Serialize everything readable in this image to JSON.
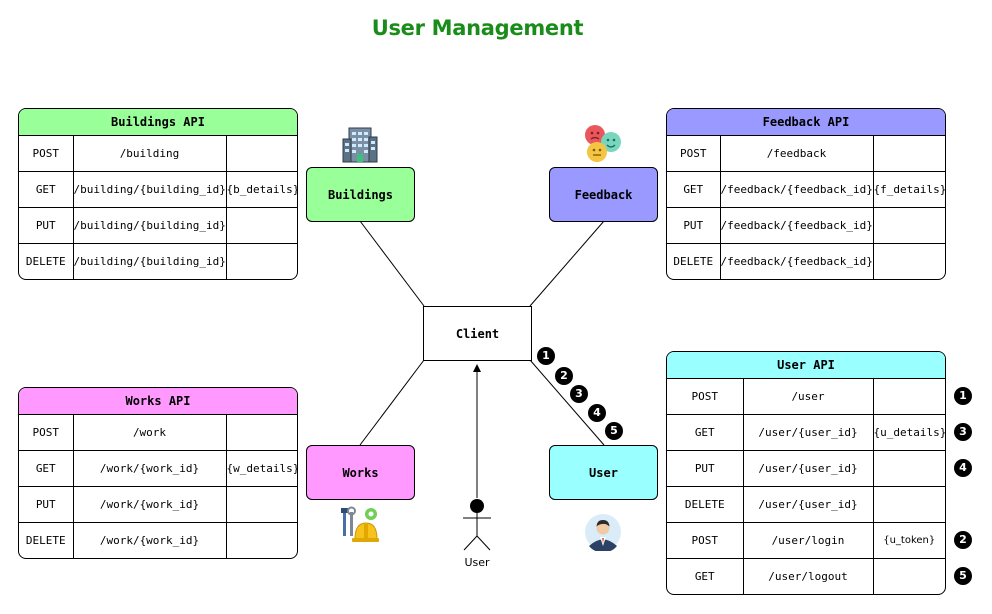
{
  "title": "User Management",
  "colors": {
    "title": "#1a8c1a",
    "buildings": "#99ff99",
    "feedback": "#9999ff",
    "works": "#ff99ff",
    "user": "#99ffff"
  },
  "nodes": {
    "client": "Client",
    "buildings": "Buildings",
    "feedback": "Feedback",
    "works": "Works",
    "user": "User",
    "actor": "User"
  },
  "icons": {
    "buildings": "office-building-icon",
    "feedback": "emoji-faces-icon",
    "works": "tools-hardhat-icon",
    "user": "businessman-avatar-icon",
    "actor": "stick-figure-actor-icon"
  },
  "apis": {
    "buildings": {
      "title": "Buildings API",
      "rows": [
        {
          "method": "POST",
          "path": "/building",
          "ret": ""
        },
        {
          "method": "GET",
          "path": "/building/{building_id}",
          "ret": "{b_details}"
        },
        {
          "method": "PUT",
          "path": "/building/{building_id}",
          "ret": ""
        },
        {
          "method": "DELETE",
          "path": "/building/{building_id}",
          "ret": ""
        }
      ]
    },
    "feedback": {
      "title": "Feedback API",
      "rows": [
        {
          "method": "POST",
          "path": "/feedback",
          "ret": ""
        },
        {
          "method": "GET",
          "path": "/feedback/{feedback_id}",
          "ret": "{f_details}"
        },
        {
          "method": "PUT",
          "path": "/feedback/{feedback_id}",
          "ret": ""
        },
        {
          "method": "DELETE",
          "path": "/feedback/{feedback_id}",
          "ret": ""
        }
      ]
    },
    "works": {
      "title": "Works API",
      "rows": [
        {
          "method": "POST",
          "path": "/work",
          "ret": ""
        },
        {
          "method": "GET",
          "path": "/work/{work_id}",
          "ret": "{w_details}"
        },
        {
          "method": "PUT",
          "path": "/work/{work_id}",
          "ret": ""
        },
        {
          "method": "DELETE",
          "path": "/work/{work_id}",
          "ret": ""
        }
      ]
    },
    "user": {
      "title": "User API",
      "rows": [
        {
          "method": "POST",
          "path": "/user",
          "ret": "",
          "step": "1"
        },
        {
          "method": "GET",
          "path": "/user/{user_id}",
          "ret": "{u_details}",
          "step": "3"
        },
        {
          "method": "PUT",
          "path": "/user/{user_id}",
          "ret": "",
          "step": "4"
        },
        {
          "method": "DELETE",
          "path": "/user/{user_id}",
          "ret": "",
          "step": ""
        },
        {
          "method": "POST",
          "path": "/user/login",
          "ret": "{u_token}",
          "step": "2"
        },
        {
          "method": "GET",
          "path": "/user/logout",
          "ret": "",
          "step": "5"
        }
      ]
    }
  },
  "sequence": [
    "1",
    "2",
    "3",
    "4",
    "5"
  ]
}
